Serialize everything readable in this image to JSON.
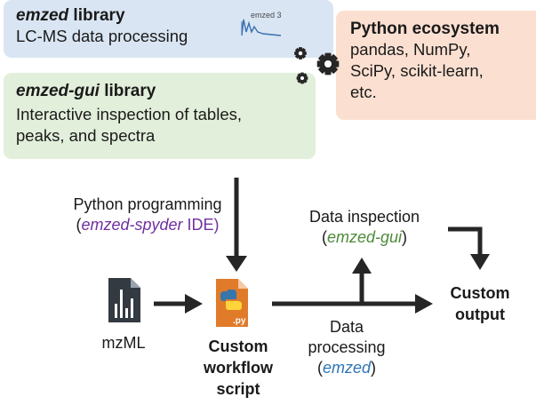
{
  "emzed_box": {
    "title_name": "emzed",
    "title_rest": " library",
    "subtitle": "LC-MS data processing",
    "logo_text": "emzed 3"
  },
  "gui_box": {
    "title_name": "emzed-gui",
    "title_rest": " library",
    "line1": "Interactive inspection of tables,",
    "line2": "peaks, and spectra"
  },
  "python_box": {
    "title": "Python ecosystem",
    "line1": "pandas, NumPy,",
    "line2": "SciPy, scikit-learn,",
    "line3": "etc."
  },
  "programming": {
    "line1": "Python programming",
    "open_paren": "(",
    "ide_name": "emzed-spyder",
    "ide_rest": " IDE)"
  },
  "inspection": {
    "line1": "Data inspection",
    "open_paren": "(",
    "tool": "emzed-gui",
    "close_paren": ")"
  },
  "processing": {
    "line1": "Data",
    "line2": "processing",
    "open_paren": "(",
    "tool": "emzed",
    "close_paren": ")"
  },
  "mzml_label": "mzML",
  "py_ext": ".py",
  "script_label": {
    "line1": "Custom",
    "line2": "workflow",
    "line3": "script"
  },
  "output_label": {
    "line1": "Custom",
    "line2": "output"
  },
  "colors": {
    "emzed_box": "#d9e5f3",
    "gui_box": "#e2efda",
    "python_box": "#fbe0d1",
    "arrow": "#262626",
    "purple": "#7030a0",
    "green": "#4e8a3a",
    "blue": "#2e75b6",
    "py_file": "#e07b2a"
  }
}
